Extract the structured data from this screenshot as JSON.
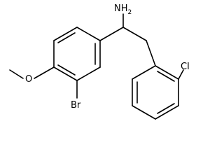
{
  "molecule": {
    "labels": {
      "amine": "NH",
      "amine_sub": "2",
      "bromo": "Br",
      "chloro": "Cl",
      "methoxy_oxygen": "O"
    },
    "colors": {
      "bond": "#000000",
      "text": "#000000",
      "background": "#ffffff"
    }
  }
}
